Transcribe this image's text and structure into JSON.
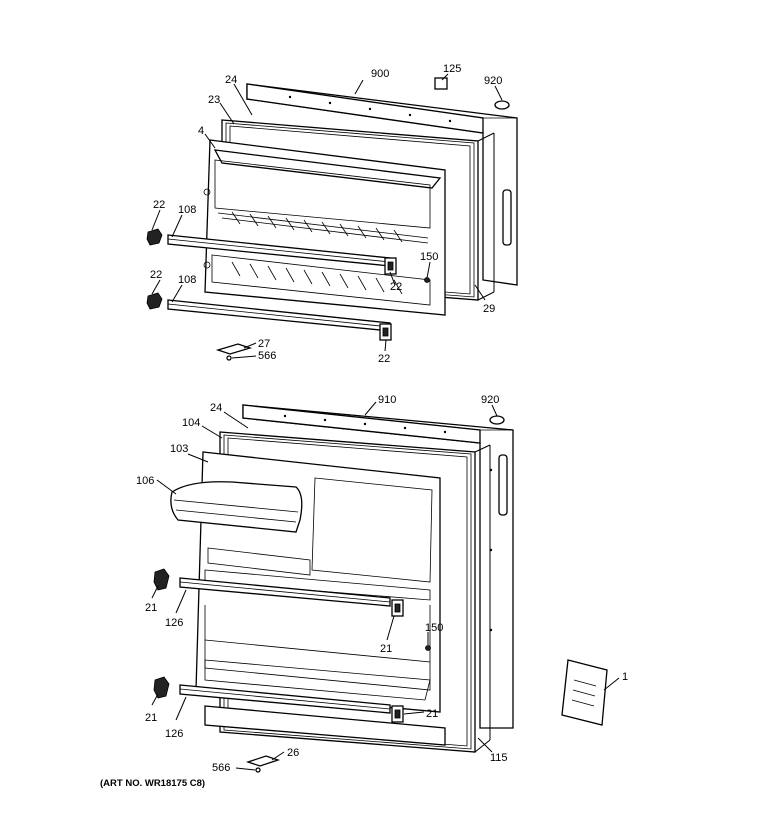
{
  "callouts": {
    "upper": {
      "door_freezer": "900",
      "pad_125": "125",
      "plug_920": "920",
      "screw_24": "24",
      "gasket_23": "23",
      "liner_4": "4",
      "stud_22_a": "22",
      "bar_108_a": "108",
      "stud_22_b": "22",
      "bar_108_b": "108",
      "cap_150": "150",
      "stud_22_c": "22",
      "seal_29": "29",
      "hinge_27": "27",
      "screw_566": "566",
      "stud_22_d": "22"
    },
    "lower": {
      "door_fresh": "910",
      "plug_920": "920",
      "screw_24": "24",
      "gasket_104": "104",
      "liner_103": "103",
      "shelf_106": "106",
      "stud_21_a": "21",
      "bar_126_a": "126",
      "stud_21_b": "21",
      "cap_150": "150",
      "stud_21_c": "21",
      "bar_126_b": "126",
      "stud_21_d": "21",
      "hinge_26": "26",
      "screw_566": "566",
      "seal_115": "115",
      "manual_1": "1"
    }
  },
  "art_number": "(ART NO. WR18175 C8)"
}
